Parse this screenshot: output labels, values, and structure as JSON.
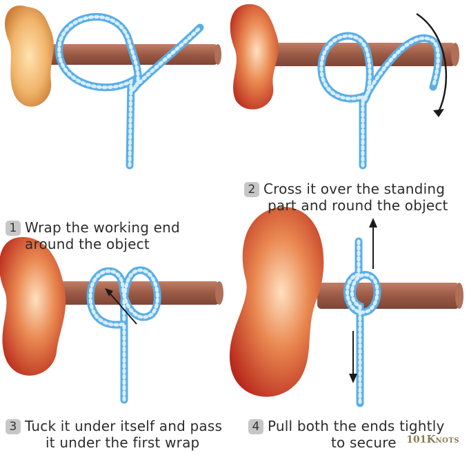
{
  "steps": [
    {
      "number": "1",
      "line1": "Wrap the working end",
      "line2": "around the object"
    },
    {
      "number": "2",
      "line1": "Cross it over the standing",
      "line2": "part and round the object"
    },
    {
      "number": "3",
      "line1": "Tuck it under itself and pass",
      "line2": "it under the first wrap"
    },
    {
      "number": "4",
      "line1": "Pull both the ends tightly",
      "line2": "to secure"
    }
  ],
  "brand": {
    "num": "101",
    "name_big": "K",
    "name_small": "NOTS"
  },
  "colors": {
    "rope": "#5aaee6",
    "pole": "#9a5a45",
    "peanut": "#e8a060",
    "arrow": "#1a1a1a"
  }
}
